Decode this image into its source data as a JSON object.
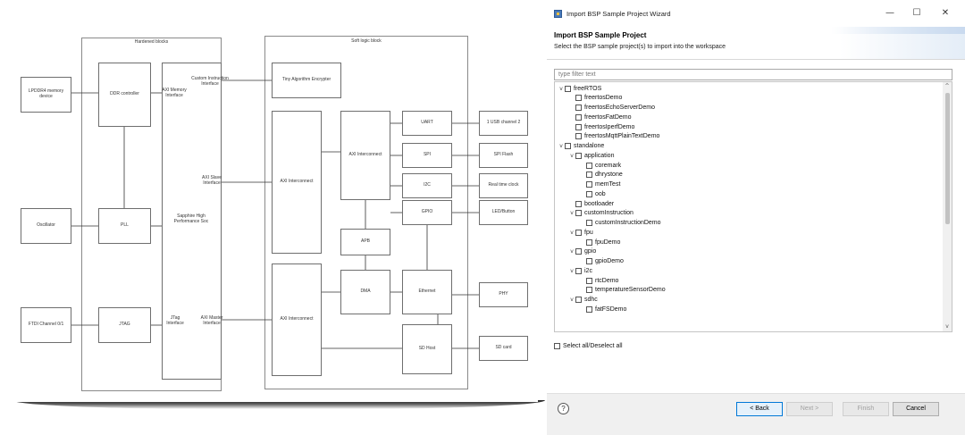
{
  "diagram": {
    "regions": {
      "hardened": "Hardened blocks",
      "soft": "Soft logic block"
    },
    "blocks": {
      "lpddr4": "LPDDR4 memory device",
      "ddr_controller": "DDR controller",
      "axi_memory_interface": "AXI Memory Interface",
      "custom_instruction_interface": "Custom Instruction Interface",
      "tiny_aes": "Tiny Algorithm Encrypter",
      "axi_slave_interface": "AXI Slave Interface",
      "oscillator": "Oscillator",
      "pll": "PLL",
      "sapphire": "Sapphire High Performance Soc",
      "ftdi": "FTDI Channel 0/1",
      "jtag": "JTAG",
      "jtag_interface": "JTag Interface",
      "axi_master_interface": "AXI Master Interface",
      "axi_interconnect_1": "AXI Interconnect",
      "axi_interconnect_2": "AXI Interconnect",
      "axi_interconnect_3": "AXI Interconnect",
      "uart": "UART",
      "spi": "SPI",
      "i2c": "I2C",
      "gpio": "GPIO",
      "apb": "APB",
      "dma": "DMA",
      "ethernet": "Ethernet",
      "sd_host": "SD Host",
      "usb_channel": "1 USB channel 2",
      "spi_flash": "SPI Flash",
      "rtc": "Real time clock",
      "led_button": "LED/Button",
      "phy": "PHY",
      "sd_card": "SD card"
    }
  },
  "wizard": {
    "window_title": "Import BSP Sample Project Wizard",
    "controls": {
      "minimize": "—",
      "maximize": "☐",
      "close": "✕"
    },
    "heading": "Import BSP Sample Project",
    "description": "Select the BSP sample project(s) to import into the workspace",
    "filter_placeholder": "type filter text",
    "tree": [
      {
        "label": "freeRTOS",
        "level": 0,
        "expander": "v"
      },
      {
        "label": "freertosDemo",
        "level": 1,
        "expander": ""
      },
      {
        "label": "freertosEchoServerDemo",
        "level": 1,
        "expander": ""
      },
      {
        "label": "freertosFatDemo",
        "level": 1,
        "expander": ""
      },
      {
        "label": "freertosIperfDemo",
        "level": 1,
        "expander": ""
      },
      {
        "label": "freertosMqttPlainTextDemo",
        "level": 1,
        "expander": ""
      },
      {
        "label": "standalone",
        "level": 0,
        "expander": "v"
      },
      {
        "label": "application",
        "level": 1,
        "expander": "v"
      },
      {
        "label": "coremark",
        "level": 2,
        "expander": ""
      },
      {
        "label": "dhrystone",
        "level": 2,
        "expander": ""
      },
      {
        "label": "memTest",
        "level": 2,
        "expander": ""
      },
      {
        "label": "oob",
        "level": 2,
        "expander": ""
      },
      {
        "label": "bootloader",
        "level": 1,
        "expander": ""
      },
      {
        "label": "customInstruction",
        "level": 1,
        "expander": "v"
      },
      {
        "label": "customInstructionDemo",
        "level": 2,
        "expander": ""
      },
      {
        "label": "fpu",
        "level": 1,
        "expander": "v"
      },
      {
        "label": "fpuDemo",
        "level": 2,
        "expander": ""
      },
      {
        "label": "gpio",
        "level": 1,
        "expander": "v"
      },
      {
        "label": "gpioDemo",
        "level": 2,
        "expander": ""
      },
      {
        "label": "i2c",
        "level": 1,
        "expander": "v"
      },
      {
        "label": "rtcDemo",
        "level": 2,
        "expander": ""
      },
      {
        "label": "temperatureSensorDemo",
        "level": 2,
        "expander": ""
      },
      {
        "label": "sdhc",
        "level": 1,
        "expander": "v"
      },
      {
        "label": "fatFSDemo",
        "level": 2,
        "expander": ""
      }
    ],
    "select_all_label": "Select all/Deselect all",
    "help": "?",
    "buttons": {
      "back": "< Back",
      "next": "Next >",
      "finish": "Finish",
      "cancel": "Cancel"
    },
    "scroll_arrows": {
      "up": "^",
      "down": "v"
    }
  }
}
